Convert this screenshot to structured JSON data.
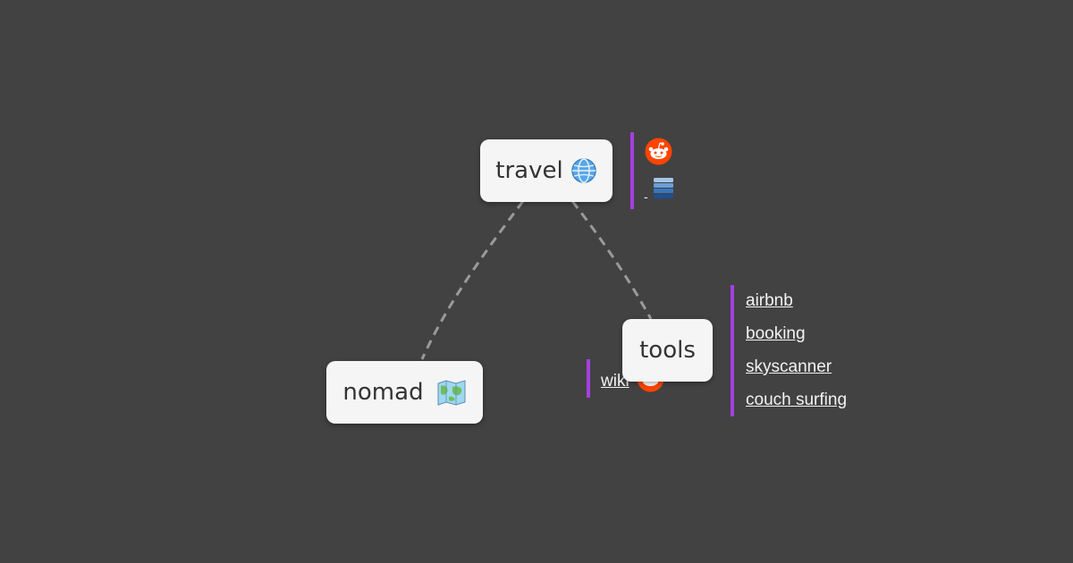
{
  "nodes": {
    "travel": {
      "label": "travel",
      "icon": "globe-icon"
    },
    "nomad": {
      "label": "nomad",
      "icon": "map-icon"
    },
    "tools": {
      "label": "tools"
    }
  },
  "travel_resources": {
    "items": [
      {
        "icon": "reddit-icon"
      },
      {
        "icon": "stackexchange-icon",
        "prefix": "-"
      }
    ]
  },
  "tools_links": [
    {
      "label": "airbnb"
    },
    {
      "label": "booking"
    },
    {
      "label": "skyscanner"
    },
    {
      "label": "couch surfing"
    }
  ],
  "nomad_links": [
    {
      "label": "wiki",
      "icon": "reddit-icon"
    }
  ],
  "colors": {
    "background": "#424242",
    "node_fill": "#f5f5f5",
    "edge": "#9a9a9a",
    "accent_bar": "#a53fe0",
    "reddit": "#ff4500"
  }
}
